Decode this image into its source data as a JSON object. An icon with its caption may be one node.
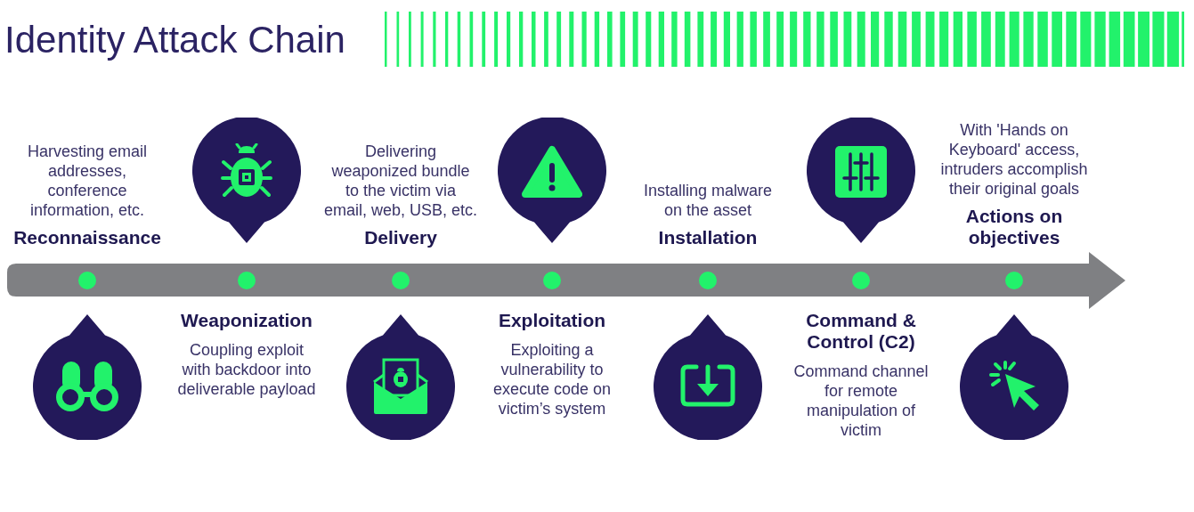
{
  "diagram": {
    "title": "Identity Attack Chain",
    "nodes": [
      {
        "text": [],
        "shape": "circle",
        "beside": [
          "Harvesting email addresses, conference information, etc.",
          "Reconnaissance"
        ]
      },
      {
        "text": [],
        "shape": "circle",
        "beside": [
          "Weaponization",
          "Coupling exploit with backdoor into deliverable payload"
        ]
      },
      {
        "text": [],
        "shape": "circle",
        "beside": [
          "Delivering weaponized bundle to the victim via email, web, USB, etc.",
          "Delivery"
        ]
      },
      {
        "text": [],
        "shape": "circle",
        "beside": [
          "Exploitation",
          "Exploiting a vulnerability to execute code on victim’s system"
        ]
      },
      {
        "text": [],
        "shape": "circle",
        "beside": [
          "Installing malware on the asset",
          "Installation"
        ]
      },
      {
        "text": [],
        "shape": "circle",
        "beside": [
          "Command & Control (C2)",
          "Command channel for remote manipulation of victim"
        ]
      },
      {
        "text": [],
        "shape": "circle",
        "beside": [
          "With 'Hands on Keyboard' access, intruders accomplish their original goals",
          "Actions on objectives"
        ]
      }
    ]
  }
}
